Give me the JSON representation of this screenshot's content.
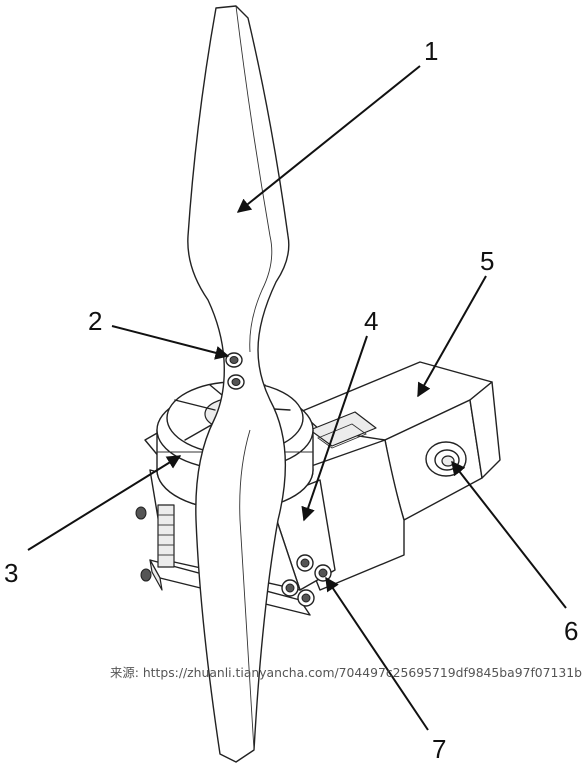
{
  "labels": [
    {
      "id": "1",
      "text": "1"
    },
    {
      "id": "2",
      "text": "2"
    },
    {
      "id": "3",
      "text": "3"
    },
    {
      "id": "4",
      "text": "4"
    },
    {
      "id": "5",
      "text": "5"
    },
    {
      "id": "6",
      "text": "6"
    },
    {
      "id": "7",
      "text": "7"
    }
  ],
  "source_note": "来源:  https://zhuanli.tianyancha.com/704497c25695719df9845ba97f07131b"
}
